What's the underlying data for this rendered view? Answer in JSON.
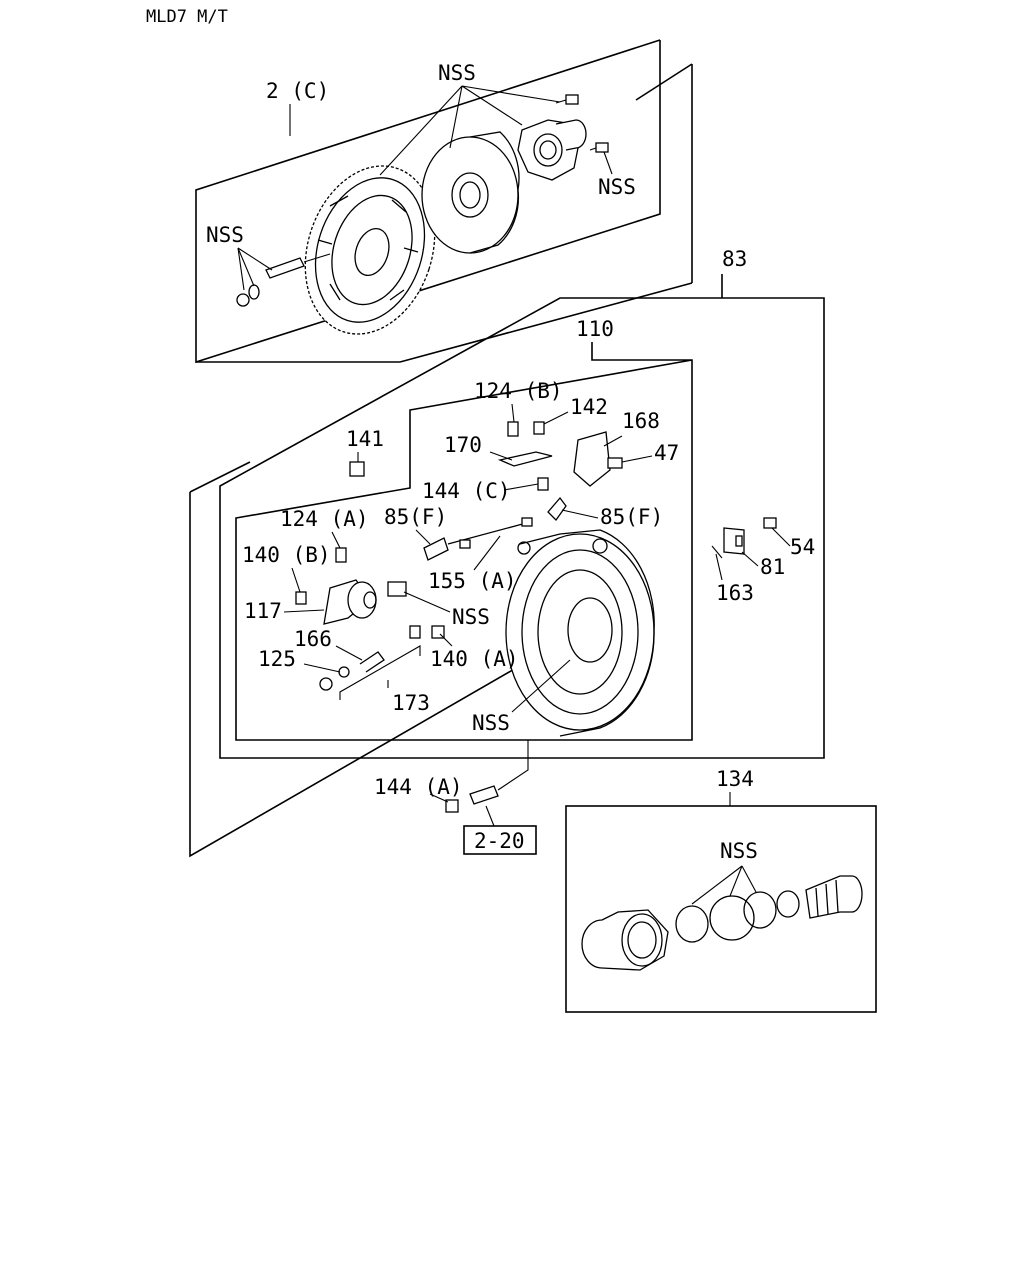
{
  "header": {
    "title": "MLD7 M/T"
  },
  "labels": {
    "l_2c": "2 (C)",
    "nss_top": "NSS",
    "nss_right": "NSS",
    "nss_left": "NSS",
    "l_83": "83",
    "l_110": "110",
    "l_124b": "124 (B)",
    "l_142": "142",
    "l_168": "168",
    "l_141": "141",
    "l_170": "170",
    "l_47": "47",
    "l_144c": "144 (C)",
    "l_124a": "124 (A)",
    "l_85f_left": "85(F)",
    "l_85f_right": "85(F)",
    "l_54": "54",
    "l_140b": "140 (B)",
    "l_155a": "155 (A)",
    "l_81": "81",
    "l_117": "117",
    "nss_mid": "NSS",
    "l_163": "163",
    "l_166": "166",
    "l_125": "125",
    "l_140a": "140 (A)",
    "l_173": "173",
    "nss_bottom": "NSS",
    "l_144a": "144 (A)",
    "l_134": "134",
    "ref_box": "2-20",
    "nss_seals": "NSS"
  }
}
